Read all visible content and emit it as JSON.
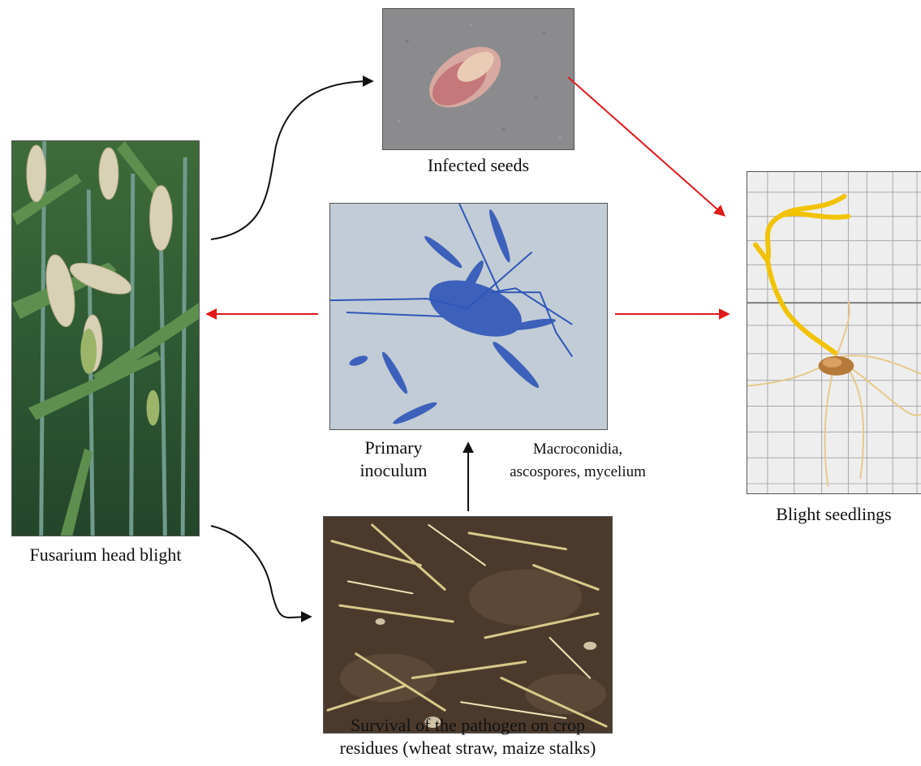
{
  "panels": {
    "infected_seeds": {
      "caption": "Infected seeds"
    },
    "blight_seedlings": {
      "caption": "Blight seedlings"
    },
    "primary_inoculum": {
      "caption_line1": "Primary",
      "caption_line2": "inoculum",
      "note_line1": "Macroconidia,",
      "note_line2": "ascospores, mycelium"
    },
    "fusarium_head_blight": {
      "caption": "Fusarium head blight"
    },
    "crop_residues": {
      "caption_line1": "Survival of the pathogen on crop",
      "caption_line2": "residues (wheat straw, maize stalks)"
    }
  },
  "arrow_colors": {
    "black": "#111111",
    "red": "#e0191b"
  }
}
